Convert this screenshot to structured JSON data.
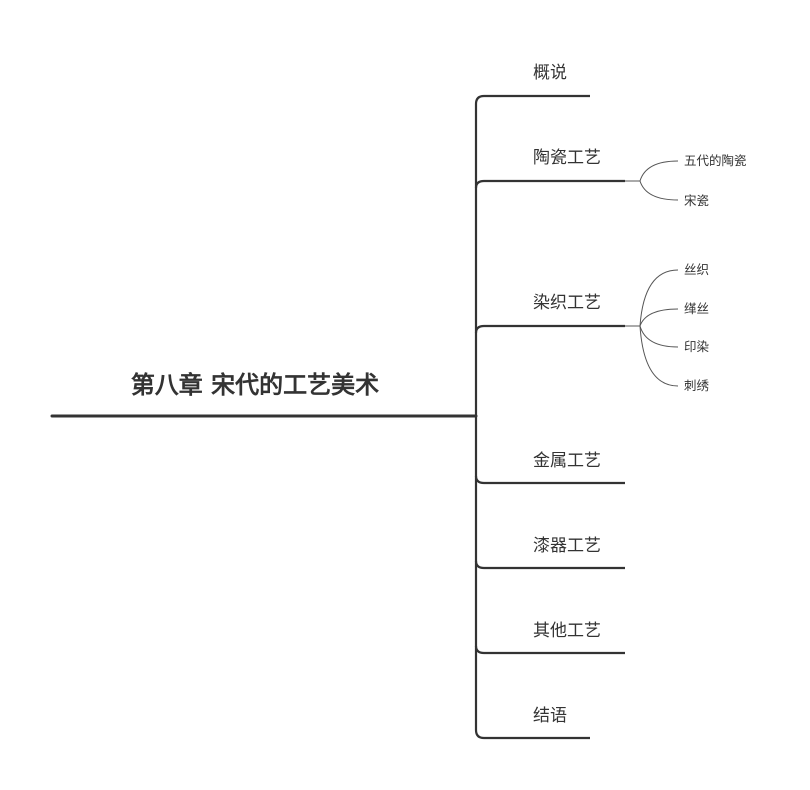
{
  "root": {
    "label": "第八章 宋代的工艺美术"
  },
  "branches": [
    {
      "label": "概说",
      "children": []
    },
    {
      "label": "陶瓷工艺",
      "children": [
        "五代的陶瓷",
        "宋瓷"
      ]
    },
    {
      "label": "染织工艺",
      "children": [
        "丝织",
        "缂丝",
        "印染",
        "刺绣"
      ]
    },
    {
      "label": "金属工艺",
      "children": []
    },
    {
      "label": "漆器工艺",
      "children": []
    },
    {
      "label": "其他工艺",
      "children": []
    },
    {
      "label": "结语",
      "children": []
    }
  ],
  "colors": {
    "line": "#333333",
    "text": "#333333",
    "leaf_line": "#555555"
  }
}
